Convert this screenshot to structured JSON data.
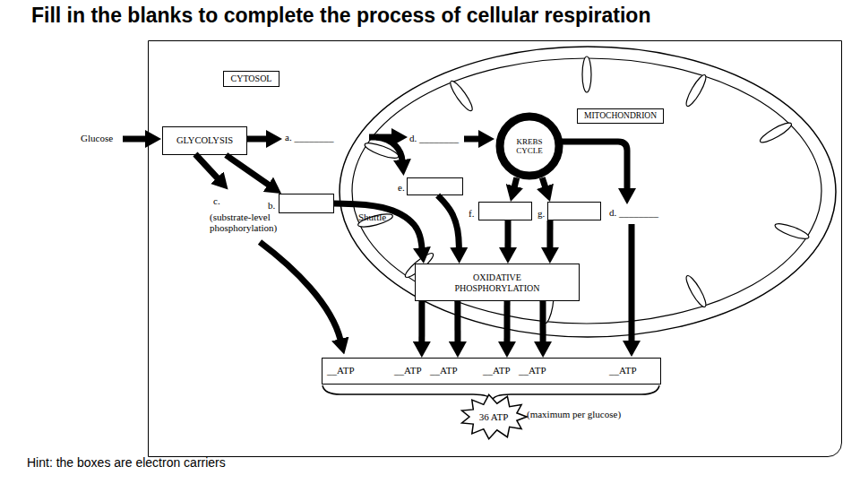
{
  "diagram": {
    "title": "Fill in the blanks to complete the process of cellular respiration",
    "caption": "Hint: the boxes are electron carriers",
    "nodes": [
      {
        "text": [
          "CYTOSOL"
        ]
      },
      {
        "text": [
          "GLYCOLYSIS"
        ],
        "in": 0
      },
      {
        "text": [
          "b."
        ],
        "in": 0
      },
      {
        "text": [
          "MITOCHONDRION"
        ],
        "in": 0
      },
      {
        "text": [
          "KREBS CYCLE"
        ],
        "in": 3
      },
      {
        "text": [
          "e."
        ],
        "in": 3
      },
      {
        "text": [
          "f."
        ],
        "in": 3
      },
      {
        "text": [
          "g."
        ],
        "in": 3
      },
      {
        "text": [
          "OXIDATIVE PHOSPHORYLATION"
        ],
        "in": 3
      },
      {
        "text": [
          "__ATP",
          "__ATP",
          "__ATP",
          "__ATP",
          "__ATP",
          "__ATP"
        ],
        "in": 0
      },
      {
        "text": [
          "36 ATP"
        ],
        "in": 0
      }
    ],
    "edges": [
      {
        "from": 1,
        "to": 2,
        "arrow": "to"
      },
      {
        "from": 2,
        "to": 8,
        "arrow": "to"
      },
      {
        "from": 5,
        "to": 8,
        "arrow": "to"
      },
      {
        "from": 4,
        "to": 6,
        "arrow": "to"
      },
      {
        "from": 4,
        "to": 7,
        "arrow": "to"
      },
      {
        "from": 6,
        "to": 8,
        "arrow": "to"
      },
      {
        "from": 7,
        "to": 8,
        "arrow": "to"
      },
      {
        "from": 8,
        "to": 9,
        "arrow": "to"
      },
      {
        "from": 8,
        "to": 9,
        "arrow": "to"
      },
      {
        "from": 8,
        "to": 9,
        "arrow": "to"
      },
      {
        "from": 8,
        "to": 9,
        "arrow": "to"
      }
    ],
    "labels": [
      "Glucose",
      "a. ________",
      "d. ________",
      "c.",
      "(substrate-level phosphorylation)",
      "Shuttle",
      "d. ________",
      "(maximum per glucose)"
    ]
  }
}
